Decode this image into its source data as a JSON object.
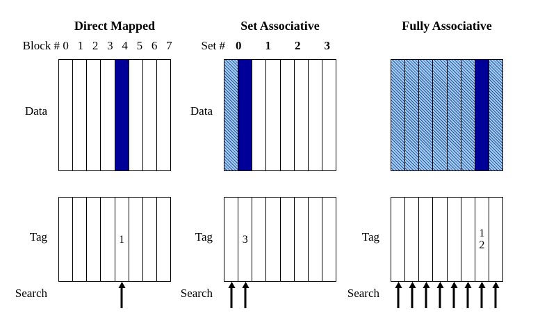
{
  "colors": {
    "highlight_solid": "#000099",
    "hatch_background": "#9CCEFF",
    "hatch_stripe": "#33507F",
    "line": "#000000"
  },
  "panels": [
    {
      "title": "Direct Mapped",
      "index_label": "Block #",
      "index_values": [
        "0",
        "1",
        "2",
        "3",
        "4",
        "5",
        "6",
        "7"
      ],
      "index_bold": false,
      "data_label": "Data",
      "tag_label": "Tag",
      "search_label": "Search",
      "slots": 8,
      "data_highlight": {
        "solid": [
          4
        ],
        "hatched": []
      },
      "tag_entries": [
        {
          "slot": 4,
          "lines": [
            "1"
          ]
        }
      ],
      "search_arrows": [
        4
      ]
    },
    {
      "title": "Set Associative",
      "index_label": "Set #",
      "index_values": [
        "0",
        "1",
        "2",
        "3"
      ],
      "index_bold": true,
      "data_label": "Data",
      "tag_label": "Tag",
      "search_label": "Search",
      "slots": 8,
      "data_highlight": {
        "solid": [
          1
        ],
        "hatched": [
          0
        ]
      },
      "tag_entries": [
        {
          "slot": 1,
          "lines": [
            "3"
          ]
        }
      ],
      "search_arrows": [
        0,
        1
      ]
    },
    {
      "title": "Fully Associative",
      "tag_label": "Tag",
      "search_label": "Search",
      "slots": 8,
      "data_highlight": {
        "solid": [
          6
        ],
        "hatched": [
          0,
          1,
          2,
          3,
          4,
          5,
          7
        ]
      },
      "tag_entries": [
        {
          "slot": 6,
          "lines": [
            "1",
            "2"
          ]
        }
      ],
      "search_arrows": [
        0,
        1,
        2,
        3,
        4,
        5,
        6,
        7
      ]
    }
  ]
}
